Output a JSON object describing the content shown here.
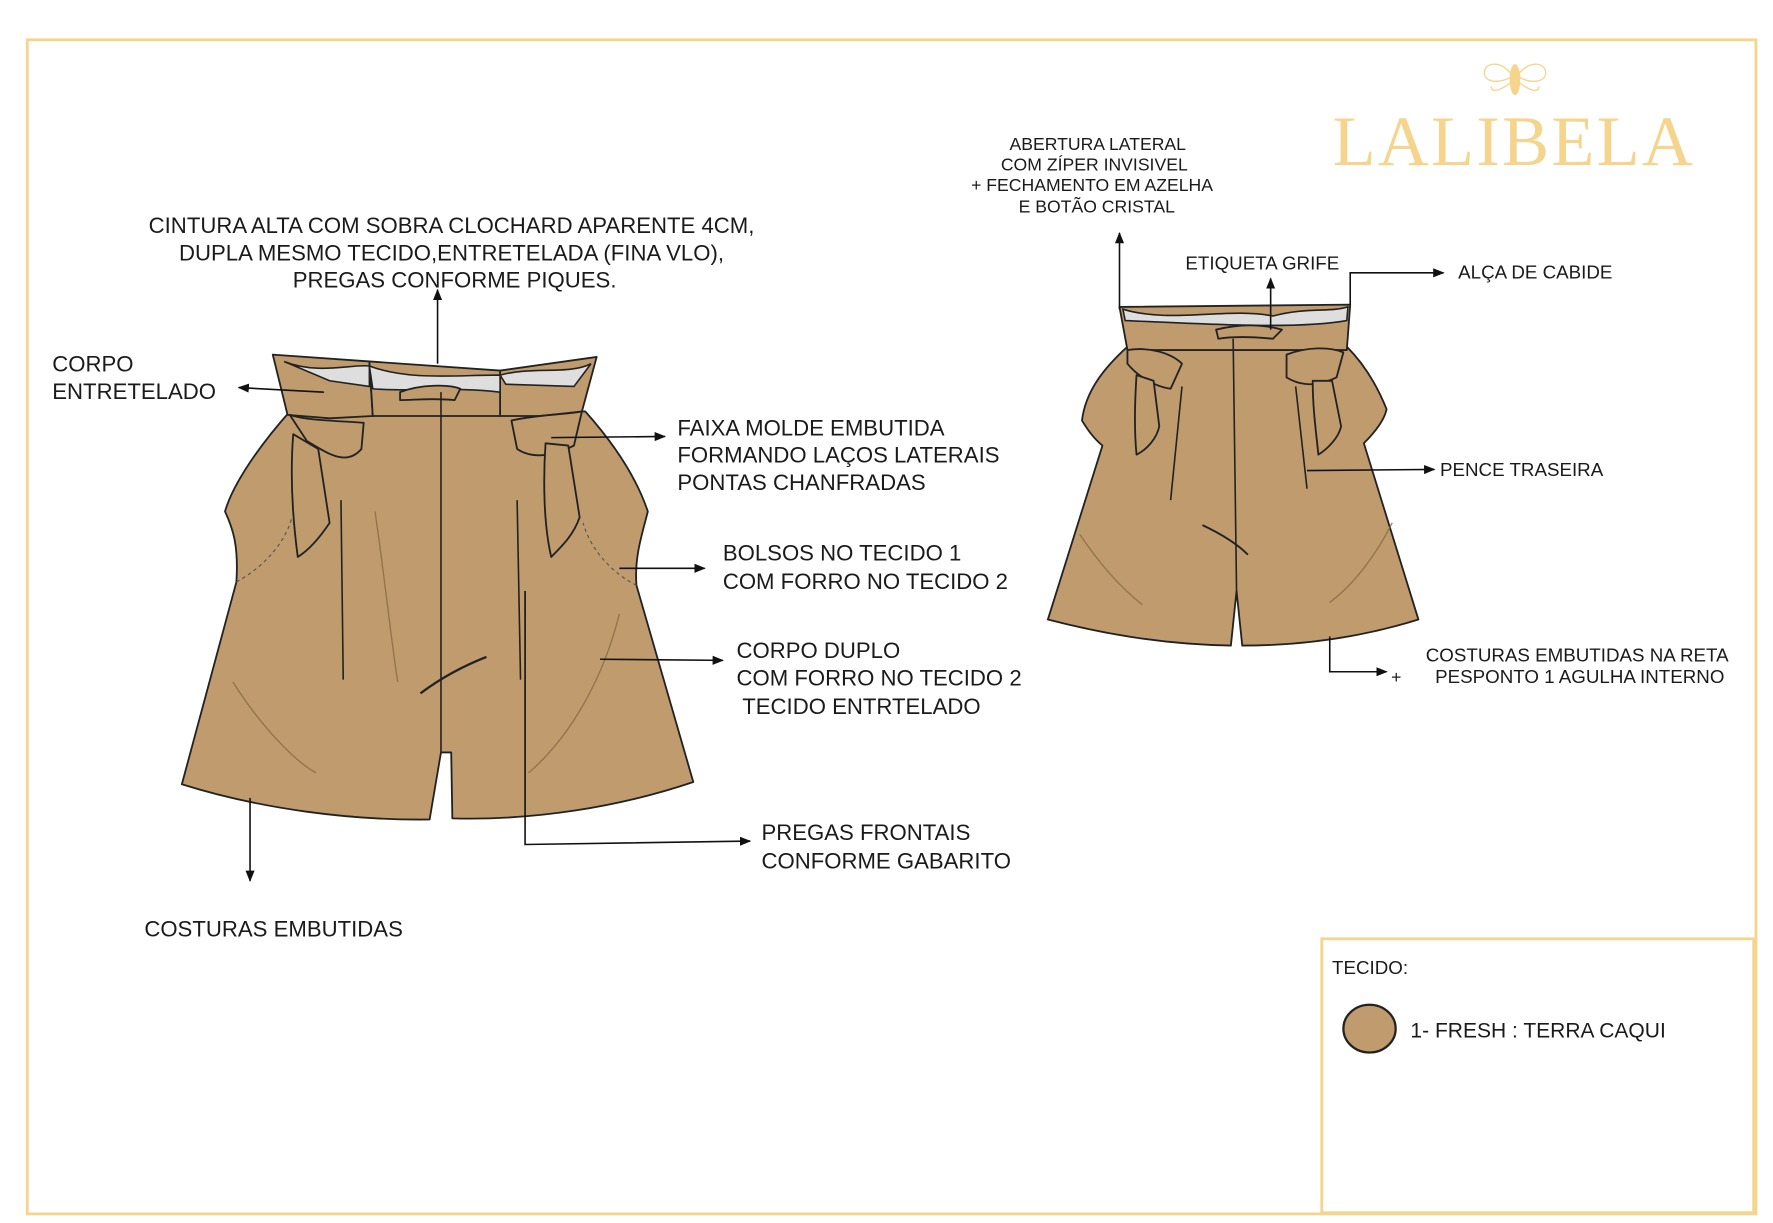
{
  "brand": {
    "logo_text": "LALIBELA",
    "logo_color": "#f5d58e"
  },
  "front_view": {
    "waist_note": [
      "CINTURA ALTA COM SOBRA CLOCHARD APARENTE 4CM,",
      "DUPLA MESMO TECIDO,ENTRETELADA (FINA VLO),",
      "PREGAS CONFORME PIQUES."
    ],
    "body_interfacing": [
      "CORPO",
      "ENTRETELADO"
    ],
    "belt_note": [
      "FAIXA MOLDE EMBUTIDA",
      "FORMANDO LAÇOS LATERAIS",
      "PONTAS CHANFRADAS"
    ],
    "pockets_note": [
      "BOLSOS NO TECIDO 1",
      "COM FORRO NO TECIDO 2"
    ],
    "double_body_note": [
      "CORPO DUPLO",
      "COM FORRO NO TECIDO 2",
      " TECIDO ENTRTELADO"
    ],
    "pleats_note": [
      "PREGAS FRONTAIS",
      "CONFORME GABARITO"
    ],
    "seams_note": "COSTURAS EMBUTIDAS"
  },
  "back_view": {
    "opening_note": [
      "ABERTURA LATERAL",
      "COM ZÍPER INVISIVEL",
      "+ FECHAMENTO EM AZELHA",
      "E BOTÃO CRISTAL"
    ],
    "label_note": "ETIQUETA GRIFE",
    "hanger_note": "ALÇA DE CABIDE",
    "dart_note": "PENCE TRASEIRA",
    "seams_plus": "+",
    "seams_note": [
      "COSTURAS EMBUTIDAS NA RETA",
      "PESPONTO 1 AGULHA INTERNO"
    ]
  },
  "fabric_panel": {
    "title": "TECIDO:",
    "items": [
      {
        "label": "1- FRESH : TERRA CAQUI",
        "color": "#bf9b6d"
      }
    ]
  },
  "frame_color": "#f5d58e"
}
